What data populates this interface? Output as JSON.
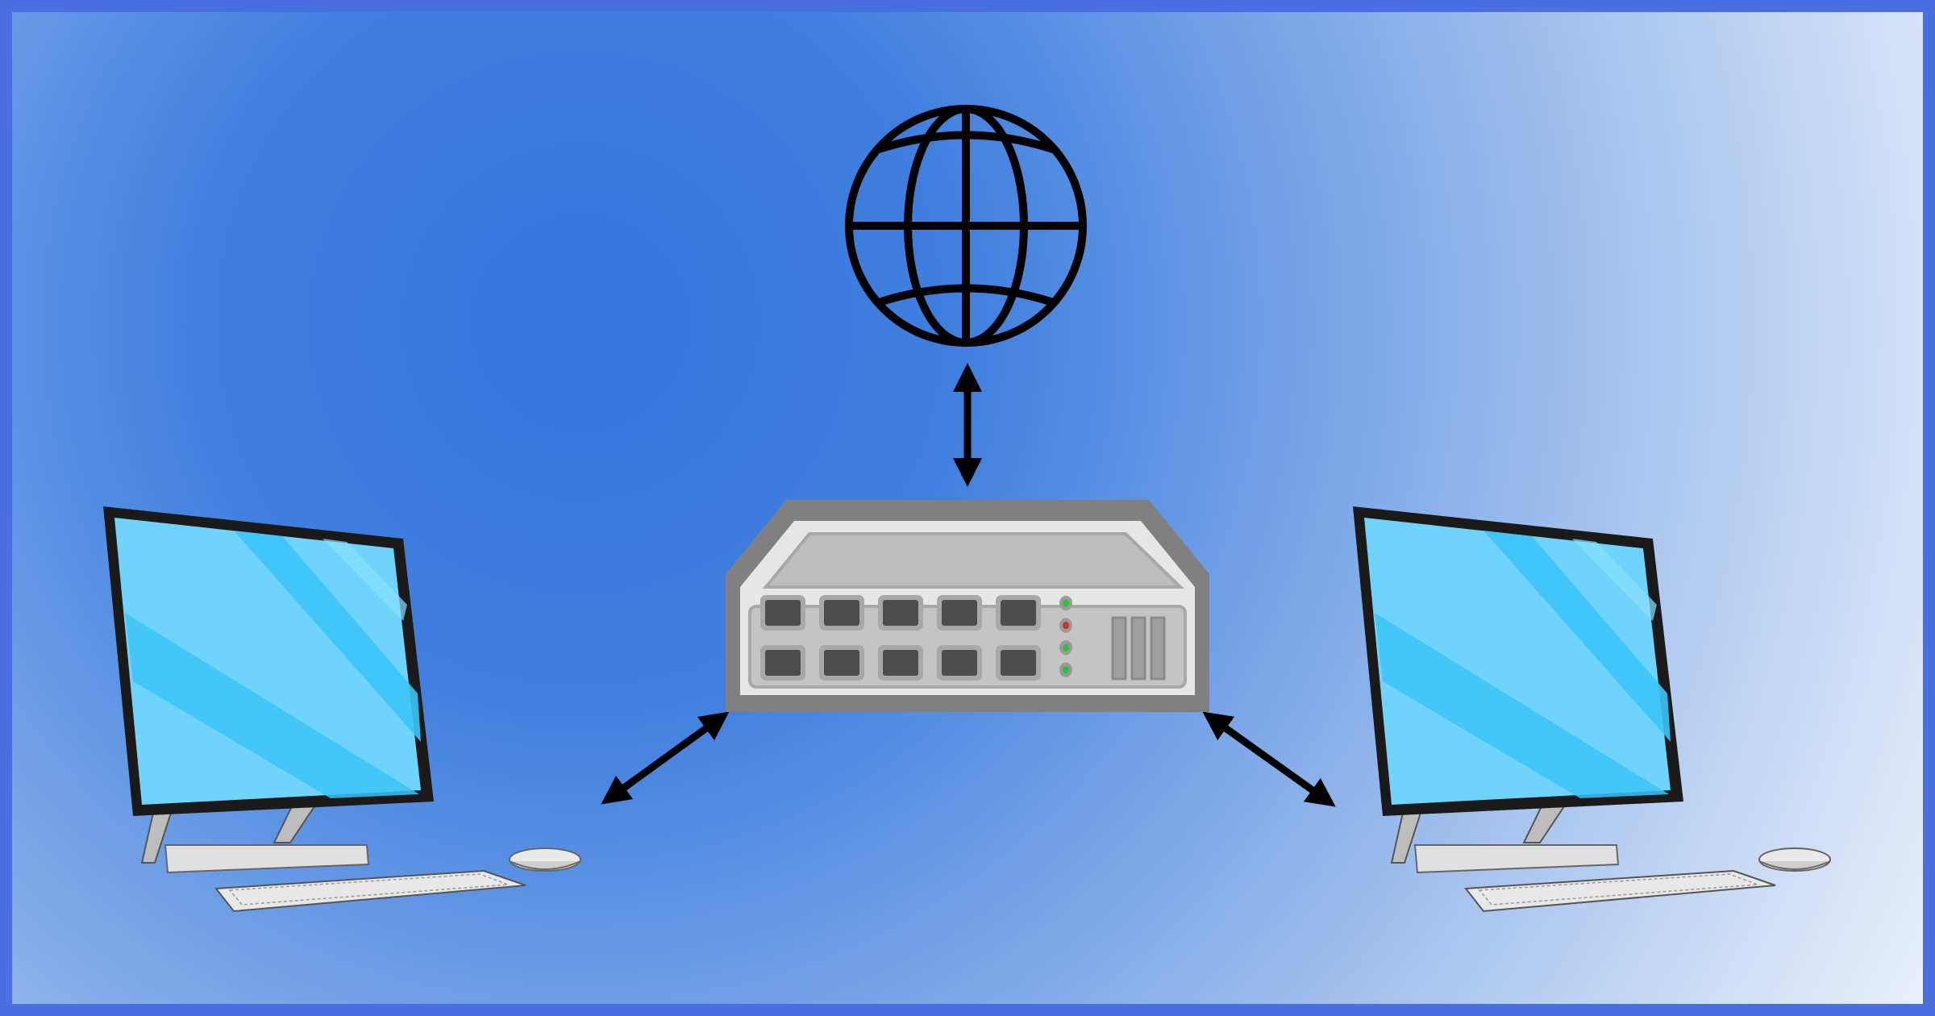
{
  "diagram": {
    "nodes": [
      {
        "id": "internet",
        "icon": "globe-icon"
      },
      {
        "id": "switch",
        "icon": "network-switch-icon",
        "ports": 10,
        "leds": [
          "green",
          "red",
          "green",
          "green"
        ]
      },
      {
        "id": "computer-left",
        "icon": "desktop-computer-icon"
      },
      {
        "id": "computer-right",
        "icon": "desktop-computer-icon"
      }
    ],
    "edges": [
      {
        "from": "internet",
        "to": "switch",
        "direction": "bidirectional"
      },
      {
        "from": "switch",
        "to": "computer-left",
        "direction": "bidirectional"
      },
      {
        "from": "switch",
        "to": "computer-right",
        "direction": "bidirectional"
      }
    ]
  },
  "colors": {
    "frame": "#4a6fe0",
    "background_center": "#3577dc",
    "background_edge": "#e4ecf8",
    "screen": "#6fd3fb",
    "screen_stripe": "#3cc4f8",
    "switch_body": "#e6e6e6",
    "switch_frame": "#808080",
    "port": "#4d4d4d",
    "led_green": "#2fbf3a",
    "led_red": "#c0392b"
  }
}
